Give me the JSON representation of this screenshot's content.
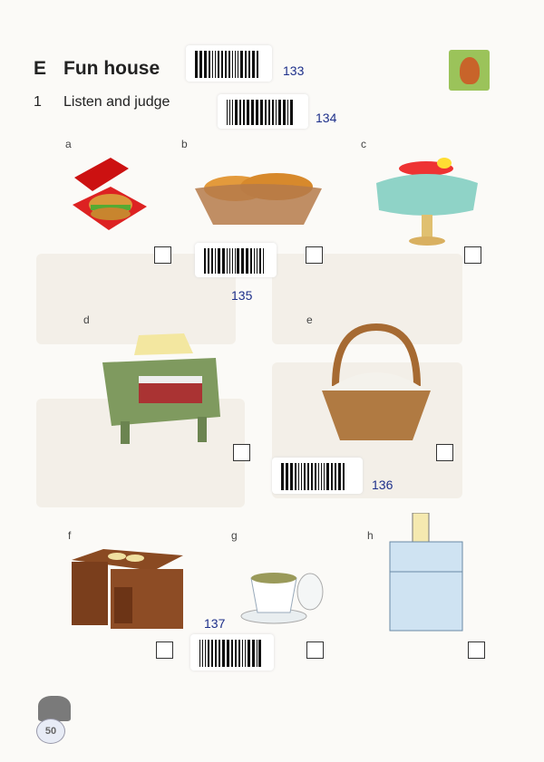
{
  "header": {
    "section_letter": "E",
    "section_title": "Fun house",
    "exercise_number": "1",
    "exercise_title": "Listen and judge"
  },
  "audio_codes": [
    "133",
    "134",
    "135",
    "136",
    "137"
  ],
  "items": [
    {
      "label": "a",
      "picture": "hamburger-in-box"
    },
    {
      "label": "b",
      "picture": "bread-basket"
    },
    {
      "label": "c",
      "picture": "fruit-on-table"
    },
    {
      "label": "d",
      "picture": "schoolbag-with-cake"
    },
    {
      "label": "e",
      "picture": "rice-basket"
    },
    {
      "label": "f",
      "picture": "desk-with-biscuits"
    },
    {
      "label": "g",
      "picture": "cup-of-tea"
    },
    {
      "label": "h",
      "picture": "fridge-with-milk"
    }
  ],
  "page_number": "50",
  "colors": {
    "code_blue": "#1d2f8a",
    "text": "#222222"
  }
}
